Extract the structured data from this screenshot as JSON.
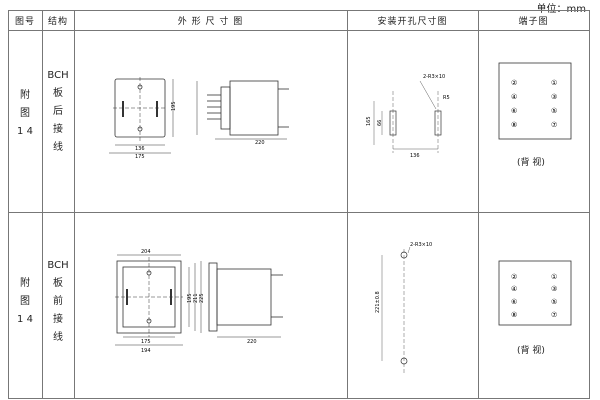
{
  "unit": "单位：mm",
  "table": {
    "headers": [
      "图号",
      "结构",
      "外 形 尺 寸 图",
      "安装开孔尺寸图",
      "端子图"
    ],
    "rows": [
      {
        "figure_no": [
          "附",
          "图",
          "1 4"
        ],
        "structure": [
          "BCH",
          "板",
          "后",
          "接",
          "线"
        ],
        "outline_dims": {
          "top_left": "",
          "h1": "195",
          "w1": "136",
          "w2": "175",
          "w3": "220"
        },
        "mounting": {
          "spec": "2-R3×10",
          "r": "R5",
          "h1": "165",
          "h2": "66",
          "w": "136"
        },
        "terminal_caption": "(背 视)",
        "terminals": [
          "②",
          "①",
          "④",
          "③",
          "⑥",
          "⑤",
          "⑧",
          "⑦"
        ]
      },
      {
        "figure_no": [
          "附",
          "图",
          "1 4"
        ],
        "structure": [
          "BCH",
          "板",
          "前",
          "接",
          "线"
        ],
        "outline_dims": {
          "w0": "204",
          "h1": "195",
          "h2": "211",
          "h3": "225",
          "w1": "175",
          "w2": "194",
          "w3": "220"
        },
        "mounting": {
          "spec": "2-R3×10",
          "h": "221±0.8"
        },
        "terminal_caption": "(背 视)",
        "terminals": [
          "②",
          "①",
          "④",
          "③",
          "⑥",
          "⑤",
          "⑧",
          "⑦"
        ]
      }
    ]
  }
}
